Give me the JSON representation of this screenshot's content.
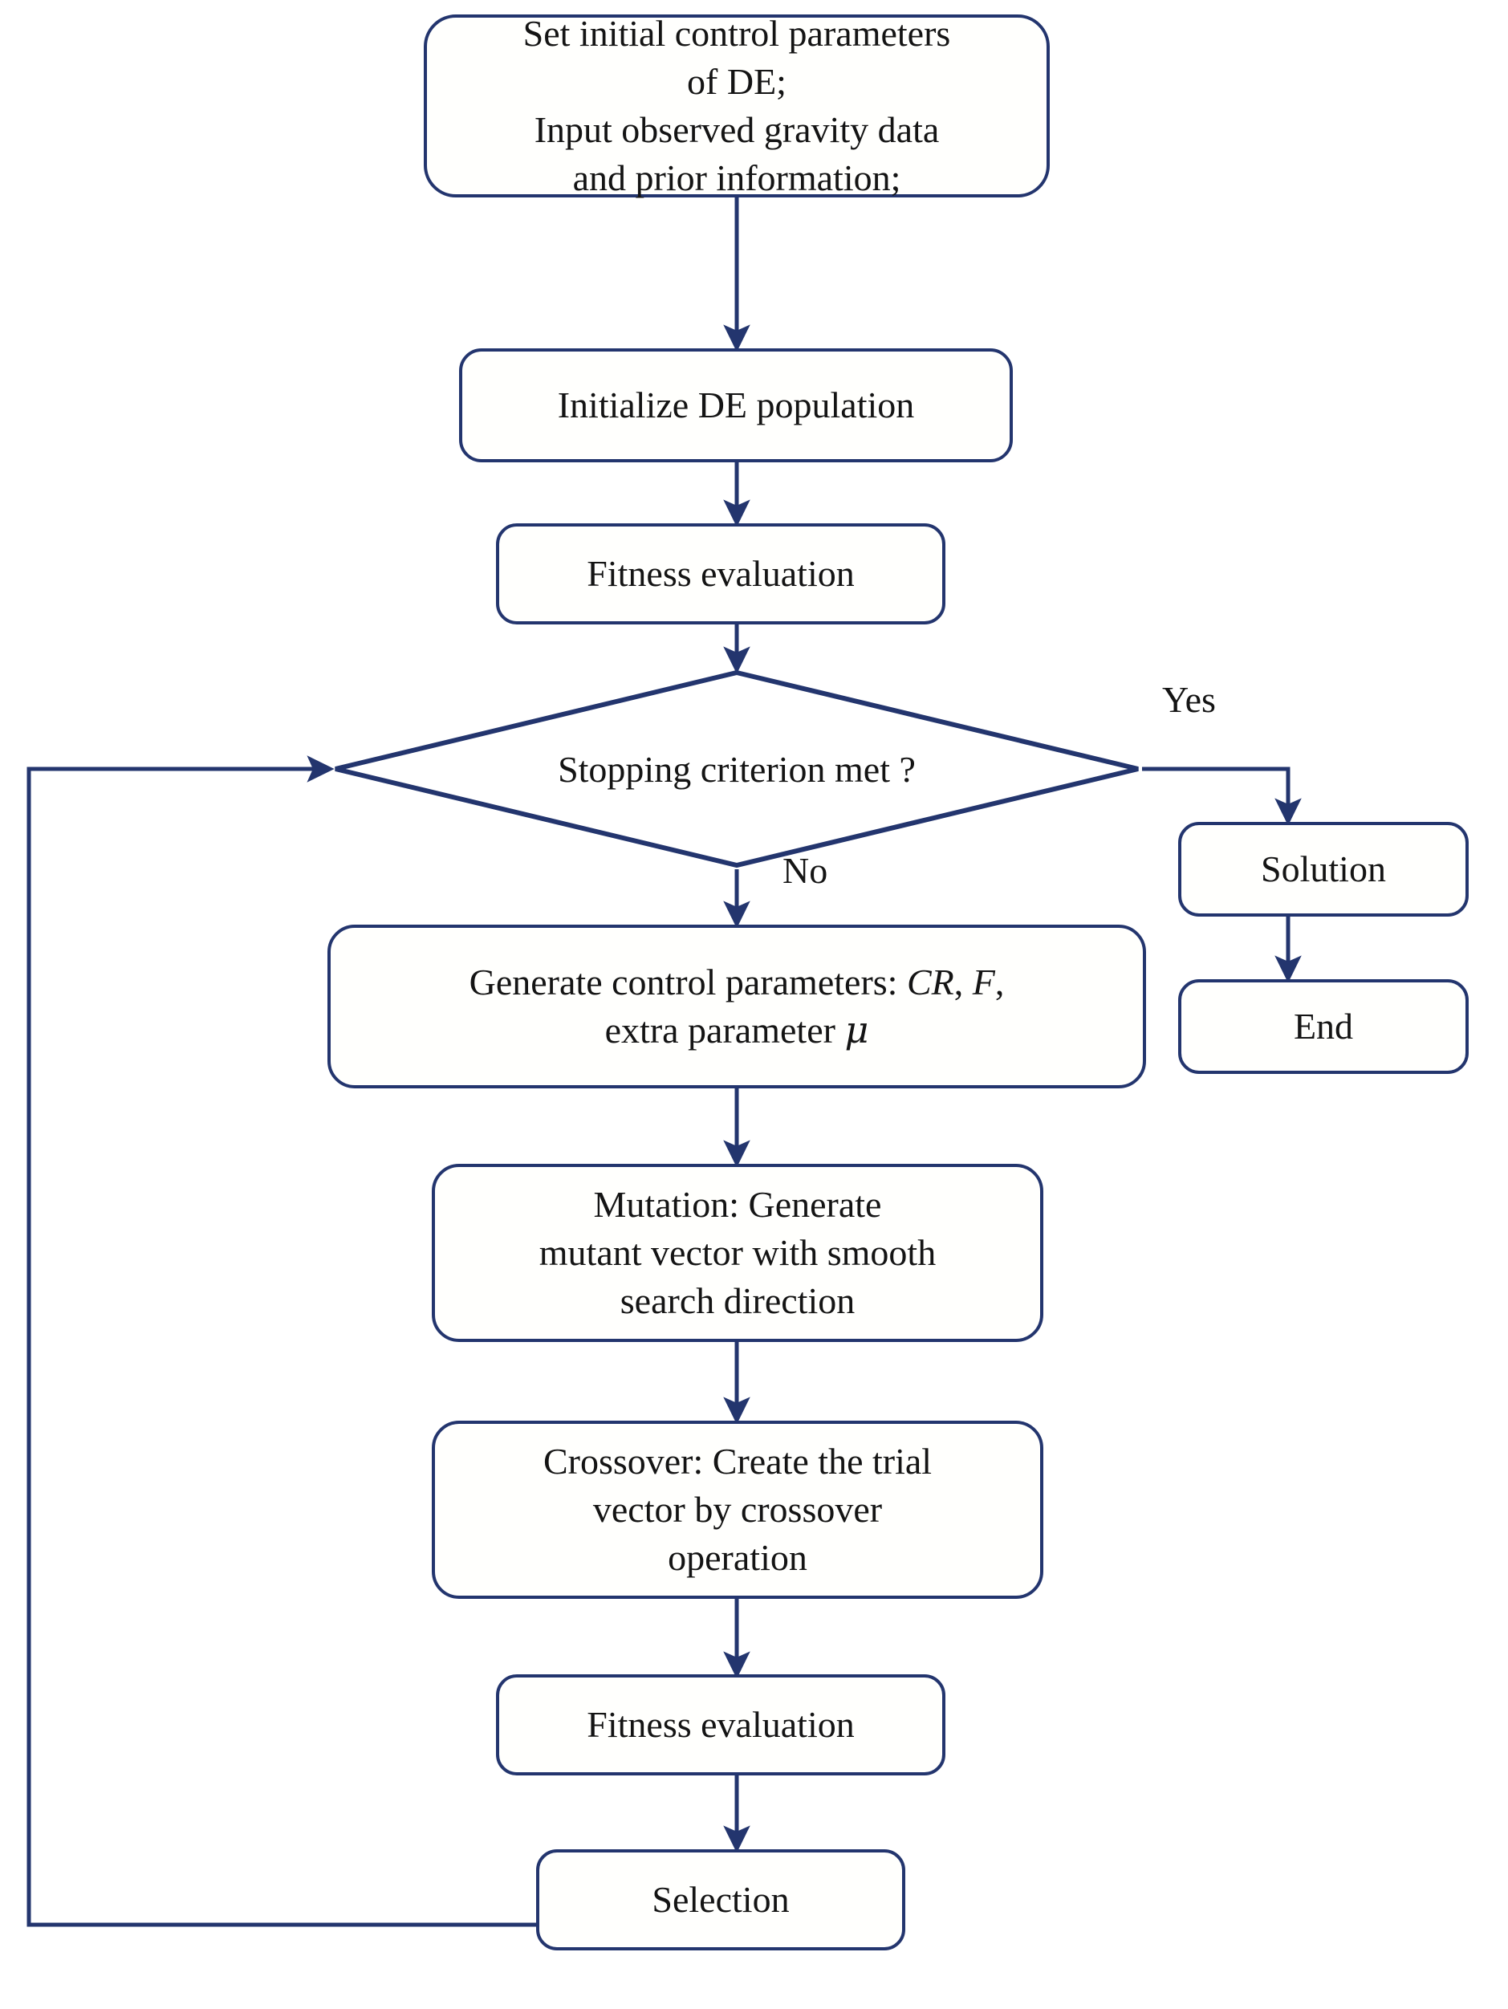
{
  "diagram": {
    "title": "Differential Evolution (DE) gravity inversion flowchart",
    "type": "flowchart",
    "colors": {
      "stroke": "#23356E",
      "box_fill": "#fffffd",
      "text": "#141414",
      "background": "#ffffff"
    },
    "nodes": [
      {
        "id": "start",
        "shape": "rounded-rect",
        "text": "Set initial control parameters\nof DE;\nInput observed gravity data\nand prior information;"
      },
      {
        "id": "init_population",
        "shape": "rounded-rect",
        "text": "Initialize DE population"
      },
      {
        "id": "fitness_1",
        "shape": "rounded-rect",
        "text": "Fitness evaluation"
      },
      {
        "id": "stopping_criterion",
        "shape": "diamond",
        "text": "Stopping criterion met ?"
      },
      {
        "id": "solution",
        "shape": "rounded-rect",
        "text": "Solution"
      },
      {
        "id": "end",
        "shape": "rounded-rect",
        "text": "End"
      },
      {
        "id": "generate_params",
        "shape": "rounded-rect",
        "text_parts": [
          {
            "t": "Generate control parameters: ",
            "style": "roman"
          },
          {
            "t": "CR",
            "style": "italic"
          },
          {
            "t": ", ",
            "style": "roman"
          },
          {
            "t": "F",
            "style": "italic"
          },
          {
            "t": ",",
            "style": "roman"
          },
          {
            "t": "\n",
            "style": "break"
          },
          {
            "t": "extra parameter ",
            "style": "roman"
          },
          {
            "t": "μ",
            "style": "italic"
          }
        ],
        "text_plain": "Generate control parameters: CR, F,\nextra parameter μ"
      },
      {
        "id": "mutation",
        "shape": "rounded-rect",
        "text": "Mutation: Generate\nmutant vector with smooth\nsearch direction"
      },
      {
        "id": "crossover",
        "shape": "rounded-rect",
        "text": "Crossover: Create the trial\nvector by crossover\noperation"
      },
      {
        "id": "fitness_2",
        "shape": "rounded-rect",
        "text": "Fitness evaluation"
      },
      {
        "id": "selection",
        "shape": "rounded-rect",
        "text": "Selection"
      }
    ],
    "edge_labels": {
      "yes": "Yes",
      "no": "No"
    },
    "edges": [
      {
        "from": "start",
        "to": "init_population",
        "label": ""
      },
      {
        "from": "init_population",
        "to": "fitness_1",
        "label": ""
      },
      {
        "from": "fitness_1",
        "to": "stopping_criterion",
        "label": ""
      },
      {
        "from": "stopping_criterion",
        "to": "solution",
        "label": "Yes"
      },
      {
        "from": "solution",
        "to": "end",
        "label": ""
      },
      {
        "from": "stopping_criterion",
        "to": "generate_params",
        "label": "No"
      },
      {
        "from": "generate_params",
        "to": "mutation",
        "label": ""
      },
      {
        "from": "mutation",
        "to": "crossover",
        "label": ""
      },
      {
        "from": "crossover",
        "to": "fitness_2",
        "label": ""
      },
      {
        "from": "fitness_2",
        "to": "selection",
        "label": ""
      },
      {
        "from": "selection",
        "to": "stopping_criterion",
        "label": ""
      }
    ]
  }
}
